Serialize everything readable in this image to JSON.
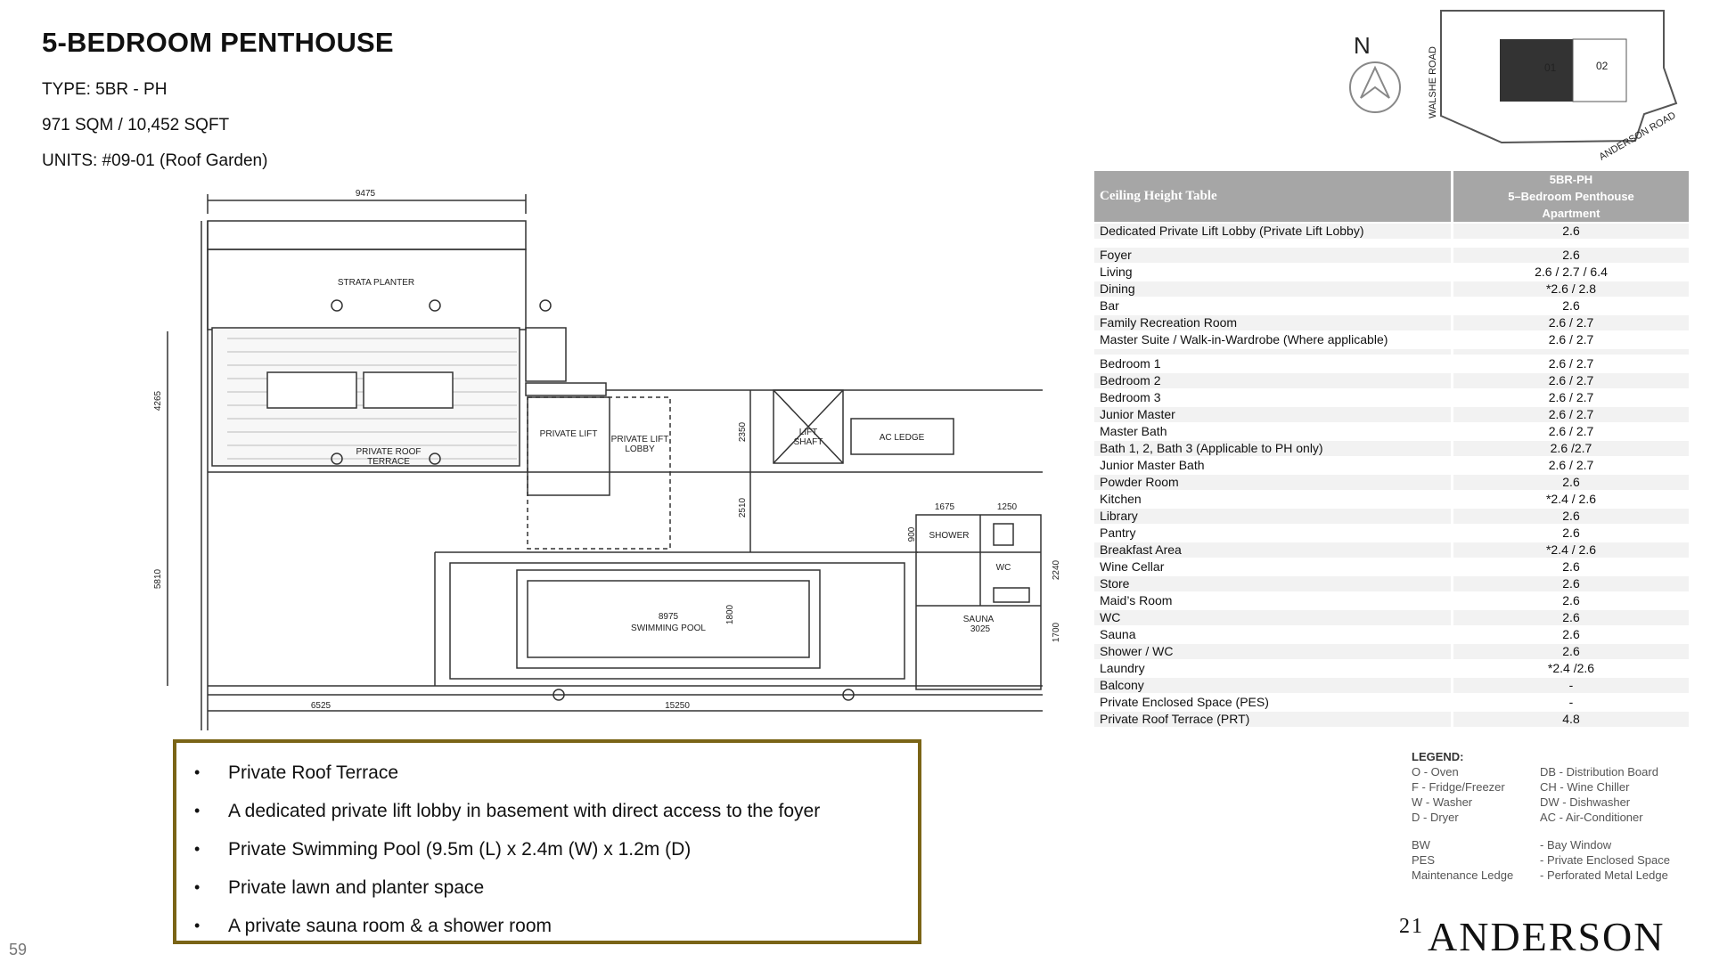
{
  "title": "5-BEDROOM PENTHOUSE",
  "info": {
    "type": "TYPE: 5BR - PH",
    "area": "971 SQM / 10,452 SQFT",
    "units": "UNITS: #09-01 (Roof Garden)"
  },
  "key_plan": {
    "north": "N",
    "road1": "WALSHE ROAD",
    "road2": "ANDERSON ROAD",
    "unit1": "01",
    "unit2": "02"
  },
  "floor_plan": {
    "rooms": {
      "strata_planter": "STRATA PLANTER",
      "roof_terrace_1": "PRIVATE ROOF",
      "roof_terrace_2": "TERRACE",
      "private_lift": "PRIVATE LIFT",
      "lift_lobby_1": "PRIVATE LIFT",
      "lift_lobby_2": "LOBBY",
      "lift_shaft_1": "LIFT",
      "lift_shaft_2": "SHAFT",
      "ac_ledge": "AC LEDGE",
      "shower": "SHOWER",
      "wc": "WC",
      "sauna": "SAUNA",
      "pool": "SWIMMING POOL"
    },
    "dims": {
      "d9475": "9475",
      "d4265": "4265",
      "d5810": "5810",
      "d2350": "2350",
      "d2510": "2510",
      "d1675": "1675",
      "d1250": "1250",
      "d900": "900",
      "d2240": "2240",
      "d1700": "1700",
      "d8975": "8975",
      "d1800": "1800",
      "d3025": "3025",
      "d6525": "6525",
      "d15250": "15250"
    }
  },
  "ceiling_table": {
    "header_left": "Ceiling Height Table",
    "header_right_1": "5BR-PH",
    "header_right_2": "5–Bedroom Penthouse",
    "header_right_3": "Apartment",
    "rows": [
      {
        "name": "Dedicated Private Lift Lobby (Private Lift Lobby)",
        "value": "2.6"
      },
      {
        "name": "",
        "value": ""
      },
      {
        "name": "Foyer",
        "value": "2.6"
      },
      {
        "name": "Living",
        "value": "2.6 / 2.7 / 6.4"
      },
      {
        "name": "Dining",
        "value": "*2.6 / 2.8"
      },
      {
        "name": "Bar",
        "value": "2.6"
      },
      {
        "name": "Family Recreation Room",
        "value": "2.6 / 2.7"
      },
      {
        "name": "Master Suite / Walk-in-Wardrobe (Where applicable)",
        "value": "2.6 / 2.7"
      },
      {
        "name": "",
        "value": ""
      },
      {
        "name": "Bedroom 1",
        "value": "2.6 / 2.7"
      },
      {
        "name": "Bedroom 2",
        "value": "2.6 / 2.7"
      },
      {
        "name": "Bedroom 3",
        "value": "2.6 / 2.7"
      },
      {
        "name": "Junior Master",
        "value": "2.6 / 2.7"
      },
      {
        "name": "Master Bath",
        "value": "2.6 / 2.7"
      },
      {
        "name": "Bath 1, 2, Bath 3 (Applicable to PH only)",
        "value": "2.6 /2.7"
      },
      {
        "name": "Junior Master Bath",
        "value": "2.6 / 2.7"
      },
      {
        "name": "Powder Room",
        "value": "2.6"
      },
      {
        "name": "Kitchen",
        "value": "*2.4 / 2.6"
      },
      {
        "name": "Library",
        "value": "2.6"
      },
      {
        "name": "Pantry",
        "value": "2.6"
      },
      {
        "name": "Breakfast Area",
        "value": "*2.4 / 2.6"
      },
      {
        "name": "Wine Cellar",
        "value": "2.6"
      },
      {
        "name": "Store",
        "value": "2.6"
      },
      {
        "name": "Maid’s Room",
        "value": "2.6"
      },
      {
        "name": "WC",
        "value": "2.6"
      },
      {
        "name": "Sauna",
        "value": "2.6"
      },
      {
        "name": "Shower / WC",
        "value": "2.6"
      },
      {
        "name": "Laundry",
        "value": "*2.4 /2.6"
      },
      {
        "name": "Balcony",
        "value": "-"
      },
      {
        "name": "Private Enclosed Space (PES)",
        "value": "-"
      },
      {
        "name": "Private Roof Terrace (PRT)",
        "value": "4.8"
      }
    ]
  },
  "features": [
    "Private Roof Terrace",
    "A dedicated private lift lobby in basement with direct access to the foyer",
    "Private Swimming Pool (9.5m (L) x 2.4m (W) x 1.2m (D)",
    "Private lawn and planter space",
    "A private sauna room & a shower room"
  ],
  "legend": {
    "title": "LEGEND:",
    "left": [
      "O  - Oven",
      "F  - Fridge/Freezer",
      "W  - Washer",
      "D  - Dryer"
    ],
    "right": [
      "DB - Distribution Board",
      "CH - Wine Chiller",
      "DW - Dishwasher",
      "AC - Air-Conditioner"
    ],
    "abbr": [
      "BW",
      "PES",
      "Maintenance Ledge"
    ],
    "abbr_desc": [
      "- Bay Window",
      "- Private Enclosed Space",
      "- Perforated Metal Ledge"
    ]
  },
  "page_number": "59",
  "brand": {
    "num": "21",
    "name": "ANDERSON"
  }
}
